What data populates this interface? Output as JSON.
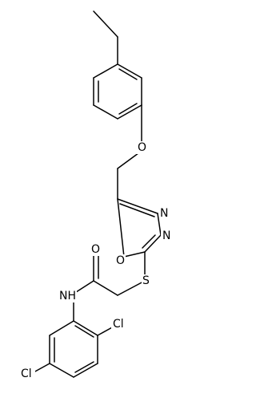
{
  "molecule": {
    "atom_labels": {
      "ether_oxygen": "O",
      "ring_oxygen": "O",
      "ring_n_upper": "N",
      "ring_n_lower": "N",
      "thioether_sulfur": "S",
      "carbonyl_oxygen": "O",
      "amide_nh": "NH",
      "chlorine_ortho": "Cl",
      "chlorine_meta": "Cl"
    }
  },
  "colors": {
    "bond": "#000000",
    "label": "#000000",
    "background": "#ffffff"
  }
}
